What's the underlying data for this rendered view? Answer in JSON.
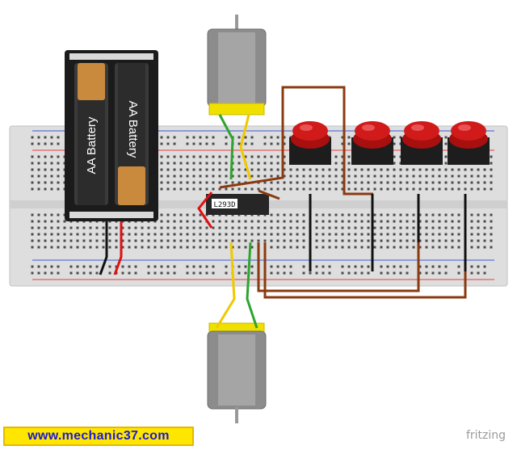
{
  "battery_pack": {
    "cell_labels": [
      "AA Battery",
      "AA Battery"
    ]
  },
  "driver_ic": {
    "part_label": "L293D"
  },
  "footer": {
    "site_label": "www.mechanic37.com",
    "tool_label": "fritzing"
  },
  "colors": {
    "breadboard": "#dcdcdc",
    "rail_blue": "#3a5bd9",
    "rail_red": "#e34040",
    "battery_body": "#1b1b1b",
    "battery_cell": "#c98a3e",
    "motor_body": "#8c8c8c",
    "motor_cap": "#f0e000",
    "button_red": "#d11a1a",
    "wire_brown": "#8b3a0f",
    "wire_green": "#2ea42e",
    "wire_yellow": "#f0c800",
    "wire_red": "#e01010",
    "wire_black": "#111111",
    "watermark_bg": "#ffe600",
    "watermark_text": "#1a1ad8"
  },
  "components": {
    "push_buttons": 4,
    "motors": 2
  }
}
